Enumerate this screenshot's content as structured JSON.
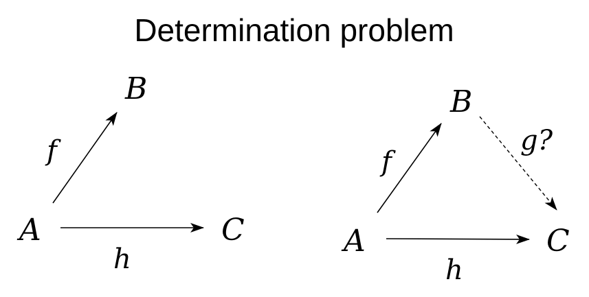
{
  "title": "Determination problem",
  "left_diagram": {
    "nodes": {
      "A": "A",
      "B": "B",
      "C": "C"
    },
    "labels": {
      "f": "f",
      "h": "h"
    }
  },
  "right_diagram": {
    "nodes": {
      "A": "A",
      "B": "B",
      "C": "C"
    },
    "labels": {
      "f": "f",
      "g": "g?",
      "h": "h"
    }
  },
  "colors": {
    "ink": "#000000",
    "background": "#ffffff"
  }
}
